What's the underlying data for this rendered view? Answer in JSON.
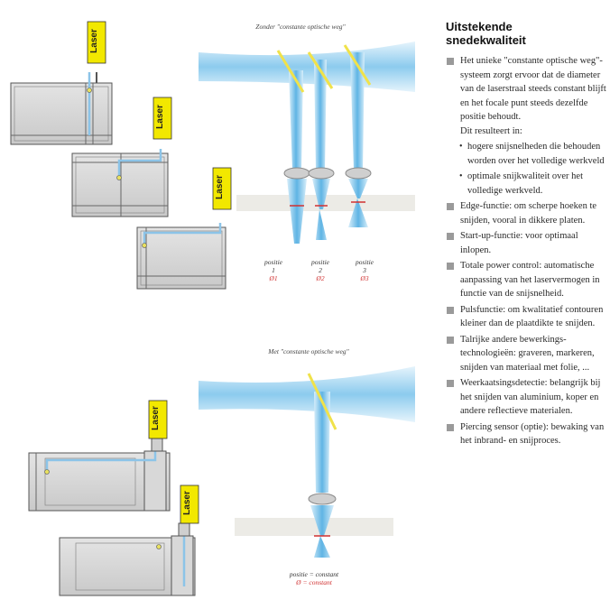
{
  "top": {
    "caption": "Zonder \"constante optische weg\"",
    "positions": [
      {
        "label": "positie",
        "num": "1",
        "diameter": "Ø1"
      },
      {
        "label": "positie",
        "num": "2",
        "diameter": "Ø2"
      },
      {
        "label": "positie",
        "num": "3",
        "diameter": "Ø3"
      }
    ]
  },
  "bottom": {
    "caption": "Met \"constante optische weg\"",
    "line1": "positie = constant",
    "line2": "Ø = constant"
  },
  "laser_label": "Laser",
  "text": {
    "title_line1": "Uitstekende",
    "title_line2": "snedekwaliteit",
    "intro": "Het unieke \"constante optische weg\"-systeem zorgt ervoor dat de diameter van de laserstraal steeds constant blijft en het focale punt steeds dezelfde positie behoudt.",
    "result_lead": "Dit resulteert in:",
    "sub_items": [
      "hogere snijsnelheden die behouden worden over het volledige werkveld",
      "optimale snijkwaliteit over het volledige werkveld."
    ],
    "items": [
      "Edge-functie: om scherpe hoeken te snijden, vooral in dikkere platen.",
      "Start-up-functie: voor optimaal inlopen.",
      "Totale power control: automatische aanpassing van het laservermogen in functie van de snijsnelheid.",
      "Pulsfunctie: om kwalitatief contouren kleiner dan de plaatdikte te snijden.",
      "Talrijke andere bewerkings-technologieën: graveren, markeren, snijden van materiaal met folie, ...",
      "Weerkaatsingsdetectie: belangrijk bij het snijden van aluminium, koper en andere reflectieve materialen.",
      "Piercing sensor (optie): bewaking van het inbrand- en snijproces."
    ]
  }
}
